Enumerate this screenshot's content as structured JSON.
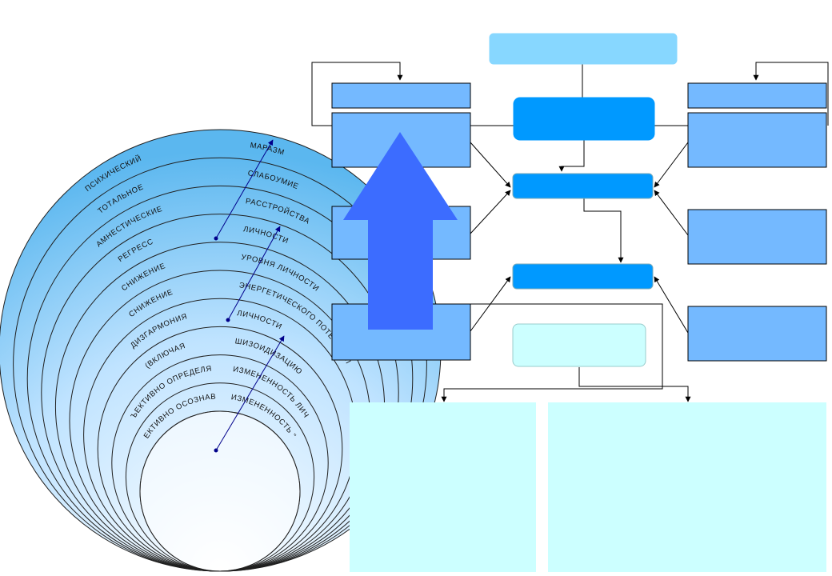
{
  "colors": {
    "top_box": "#87d7ff",
    "side_box": "#74b9ff",
    "center_box": "#0099ff",
    "pale_box": "#ccffff",
    "big_arrow": "#3c6cff",
    "circle_stroke": "#1f1f1f",
    "connector": "#000000",
    "dot": "#00008b"
  },
  "ring_labels": [
    {
      "left": "ПСИХИЧЕСКИЙ",
      "right": "МАРАЗМ"
    },
    {
      "left": "ТОТАЛЬНОЕ",
      "right": "СЛАБОУМИЕ"
    },
    {
      "left": "АМНЕСТИЧЕСКИЕ",
      "right": "РАССТРОЙСТВА"
    },
    {
      "left": "РЕГРЕСС",
      "right": "ЛИЧНОСТИ"
    },
    {
      "left": "СНИЖЕНИЕ",
      "right": "УРОВНЯ ЛИЧНОСТИ"
    },
    {
      "left": "СНИЖЕНИЕ",
      "right": "ЭНЕРГЕТИЧЕСКОГО ПОТЕНЦИАЛА"
    },
    {
      "left": "ДИЗГАРМОНИЯ",
      "right": "ЛИЧНОСТИ"
    },
    {
      "left": "(ВКЛЮЧАЯ",
      "right": "ШИЗОИДИЗАЦИЮ"
    },
    {
      "left": "ОБЪЕКТИВНО ОПРЕДЕЛЯЕМАЯ",
      "right": "ИЗМЕНЕННОСТЬ ЛИЧНОСТИ"
    },
    {
      "left": "СУБЪЕКТИВНО ОСОЗНАВАЕМАЯ",
      "right": "ИЗМЕНЕННОСТЬ \"Я\""
    }
  ]
}
